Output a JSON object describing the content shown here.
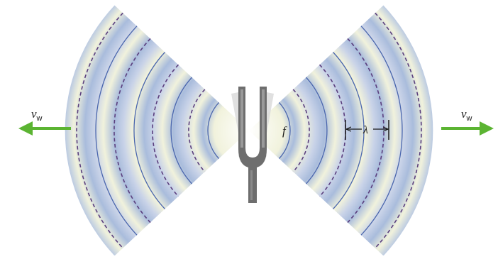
{
  "labels": {
    "velocity_left": "v",
    "velocity_left_sub": "w",
    "velocity_right": "v",
    "velocity_right_sub": "w",
    "frequency": "f",
    "wavelength": "λ"
  },
  "colors": {
    "arrow": "#5bb432",
    "solid_crest": "#4a66ae",
    "dashed_trough": "#5b3f7e",
    "band_dark": "#a9bcdc",
    "band_light": "#f1f2dc",
    "fork_body": "#6e6e6e",
    "fork_highlight": "#9a9a9a",
    "fork_ghost": "#cfcfcf"
  }
}
